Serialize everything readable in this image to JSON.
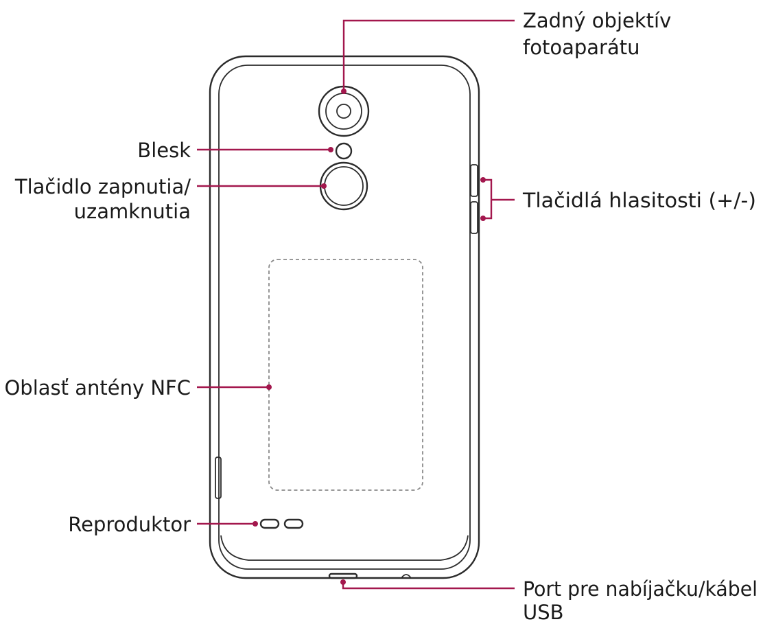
{
  "colors": {
    "leader": "#a3174d",
    "outline": "#2b2b2b",
    "text": "#1a1a1a"
  },
  "labels": {
    "rear_camera_line1": "Zadný objektív",
    "rear_camera_line2": "fotoaparátu",
    "flash": "Blesk",
    "power_line1": "Tlačidlo zapnutia/",
    "power_line2": "uzamknutia",
    "volume": "Tlačidlá hlasitosti (+/-)",
    "nfc": "Oblasť antény NFC",
    "speaker": "Reproduktor",
    "port_line1": "Port pre nabíjačku/kábel",
    "port_line2": "USB"
  }
}
